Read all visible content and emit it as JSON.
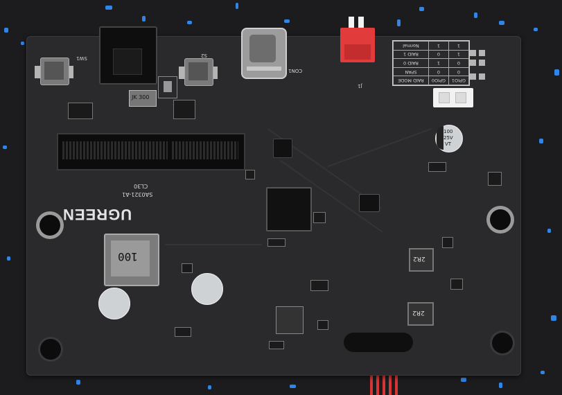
{
  "brand": {
    "logo_text": "UGREEN",
    "model_line1": "CL30",
    "model_line2": "SA0321-A1"
  },
  "table": {
    "header": [
      "GPIO1",
      "GPIO0",
      "RAID MODE"
    ],
    "rows": [
      [
        "0",
        "0",
        "SPAN"
      ],
      [
        "0",
        "1",
        "RAID 0"
      ],
      [
        "1",
        "0",
        "RAID 1"
      ],
      [
        "1",
        "1",
        "Normal"
      ]
    ]
  },
  "inductors": {
    "large": "100",
    "small_a": "2R2",
    "small_b": "2R2"
  },
  "capacitor_marking": [
    "100",
    "25V",
    "VT"
  ],
  "labels": {
    "connector_j1": "J1",
    "usb_conn": "CON1",
    "sw1": "SW1",
    "sw2": "S2",
    "jack_value": "JK 300"
  },
  "colors": {
    "board": "#2a2a2c",
    "silkscreen": "#d8d8d8",
    "connector_red": "#e23b3b",
    "connector_white": "#f2f2f2",
    "background_specks": "#2f86e8"
  }
}
